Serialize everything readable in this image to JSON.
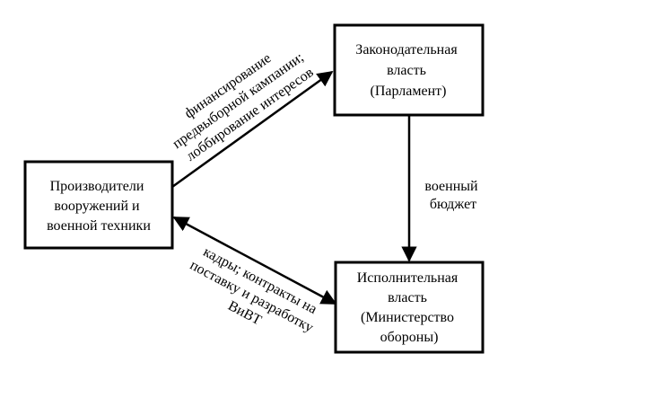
{
  "colors": {
    "stroke": "#000000",
    "background": "#ffffff",
    "text": "#000000"
  },
  "nodes": {
    "producers": {
      "lines": [
        "Производители",
        "вооружений и",
        "военной техники"
      ]
    },
    "legislative": {
      "lines": [
        "Законодательная",
        "власть",
        "(Парламент)"
      ]
    },
    "executive": {
      "lines": [
        "Исполнительная",
        "власть",
        "(Министерство",
        "обороны)"
      ]
    }
  },
  "edges": {
    "producers_to_legislative": {
      "label_lines": [
        "финансирование",
        "предвыборной кампании;",
        "лоббирование интересов"
      ]
    },
    "legislative_to_executive": {
      "label_lines": [
        "военный",
        "бюджет"
      ]
    },
    "executive_to_producers": {
      "label_lines": [
        "кадры; контракты на",
        "поставку и разработку",
        "ВиВТ"
      ]
    }
  }
}
